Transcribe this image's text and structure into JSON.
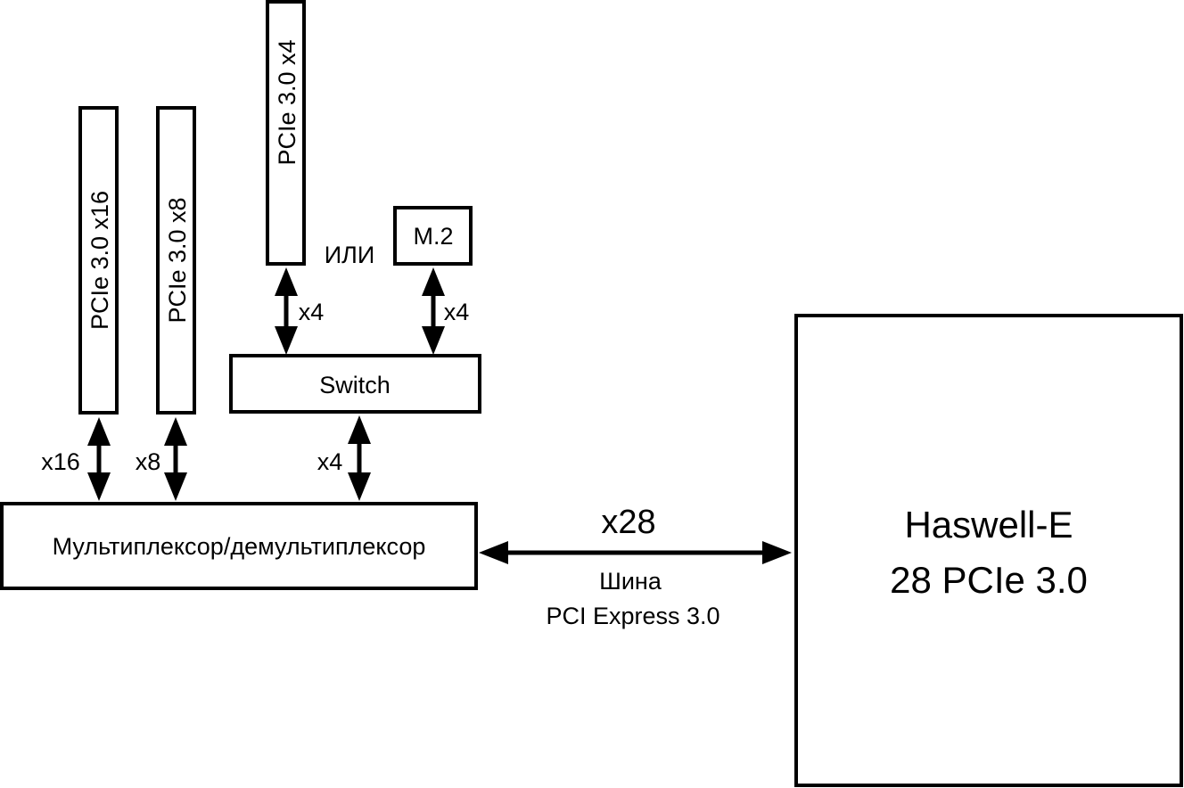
{
  "slots": [
    {
      "label": "PCIe 3.0 x16",
      "link": "x16"
    },
    {
      "label": "PCIe 3.0 x8",
      "link": "x8"
    },
    {
      "label": "PCIe 3.0 x4",
      "link": "x4"
    }
  ],
  "m2": {
    "label": "M.2",
    "link": "x4"
  },
  "or_label": "ИЛИ",
  "switch": {
    "label": "Switch",
    "link": "x4"
  },
  "mux": {
    "label": "Мультиплексор/демультиплексор"
  },
  "bus": {
    "width": "x28",
    "line1": "Шина",
    "line2": "PCI Express 3.0"
  },
  "cpu": {
    "line1": "Haswell-E",
    "line2": "28 PCIe 3.0"
  }
}
